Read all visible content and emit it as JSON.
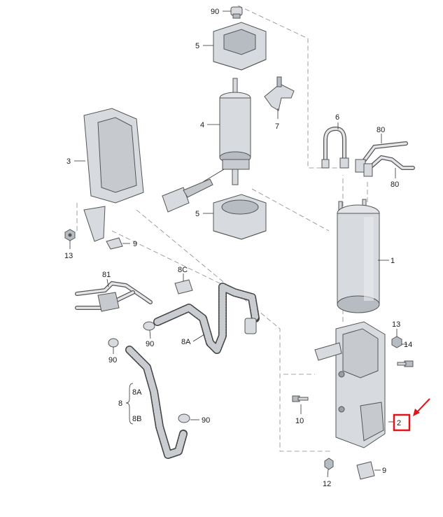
{
  "labels": {
    "l90_top": "90",
    "l5_top": "5",
    "l4": "4",
    "l7": "7",
    "l3": "3",
    "l6": "6",
    "l80_top": "80",
    "l80_bottom": "80",
    "l5_bottom": "5",
    "l13_left": "13",
    "l9_left": "9",
    "l1": "1",
    "l81": "81",
    "l8c": "8C",
    "l90_mid": "90",
    "l8a_mid": "8A",
    "l90_left": "90",
    "l13_right": "13",
    "l14": "14",
    "l8": "8",
    "l8a_brace": "8A",
    "l8b_brace": "8B",
    "l90_bottom": "90",
    "l10": "10",
    "l2": "2",
    "l12": "12",
    "l9_bottom": "9"
  },
  "colors": {
    "part_fill": "#d7dade",
    "part_shade": "#b7bcc2",
    "highlight": "#e0141b"
  }
}
